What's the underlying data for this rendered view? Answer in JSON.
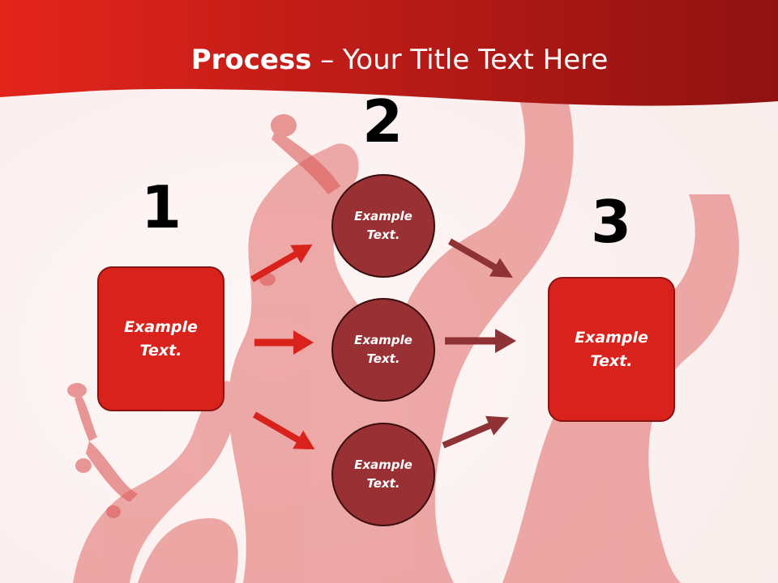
{
  "title": {
    "bold": "Process",
    "rest": " – Your Title Text Here"
  },
  "steps": {
    "n1": "1",
    "n2": "2",
    "n3": "3"
  },
  "left_box": {
    "label_line1": "Example",
    "label_line2": "Text."
  },
  "right_box": {
    "label_line1": "Example",
    "label_line2": "Text."
  },
  "circles": [
    {
      "line1": "Example",
      "line2": "Text."
    },
    {
      "line1": "Example",
      "line2": "Text."
    },
    {
      "line1": "Example",
      "line2": "Text."
    }
  ],
  "colors": {
    "header_red": "#c4201a",
    "box_red": "#d8221b",
    "circle_fill": "#993033",
    "arrow_left": "#d8221b",
    "arrow_right": "#8e3236",
    "background": "#fbf2f1"
  }
}
